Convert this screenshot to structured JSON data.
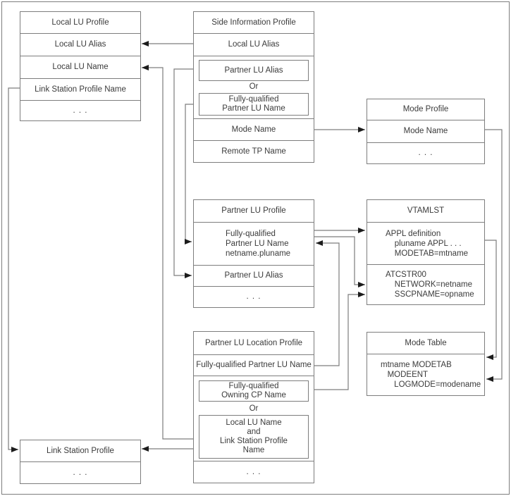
{
  "common": {
    "ellipsis": ". . .",
    "or": "Or"
  },
  "boxes": {
    "local_lu_profile": {
      "title": "Local LU Profile",
      "local_lu_alias": "Local LU Alias",
      "local_lu_name": "Local LU Name",
      "link_station_profile_name": "Link Station Profile Name"
    },
    "side_information_profile": {
      "title": "Side Information Profile",
      "local_lu_alias": "Local LU Alias",
      "partner_lu_alias": "Partner LU Alias",
      "fq_partner_lu_name": "Fully-qualified\nPartner LU Name",
      "mode_name": "Mode Name",
      "remote_tp_name": "Remote TP Name"
    },
    "mode_profile": {
      "title": "Mode Profile",
      "mode_name": "Mode Name"
    },
    "partner_lu_profile": {
      "title": "Partner LU Profile",
      "fq_partner_lu_name": "Fully-qualified\nPartner LU Name\nnetname.pluname",
      "partner_lu_alias": "Partner LU Alias"
    },
    "vtamlst": {
      "title": "VTAMLST",
      "appl_definition": "APPL definition\n    pluname APPL . . .\n    MODETAB=mtname",
      "atcstr00": "ATCSTR00\n    NETWORK=netname\n    SSCPNAME=opname"
    },
    "mode_table": {
      "title": "Mode Table",
      "body": "mtname MODETAB\n   MODEENT\n      LOGMODE=modename"
    },
    "partner_lu_location_profile": {
      "title": "Partner LU Location Profile",
      "fq_partner_lu_name": "Fully-qualified Partner LU Name",
      "fq_owning_cp_name": "Fully-qualified\nOwning CP Name",
      "local_lu_and_link_station": "Local LU Name\nand\nLink Station Profile\nName"
    },
    "link_station_profile": {
      "title": "Link Station Profile"
    }
  }
}
